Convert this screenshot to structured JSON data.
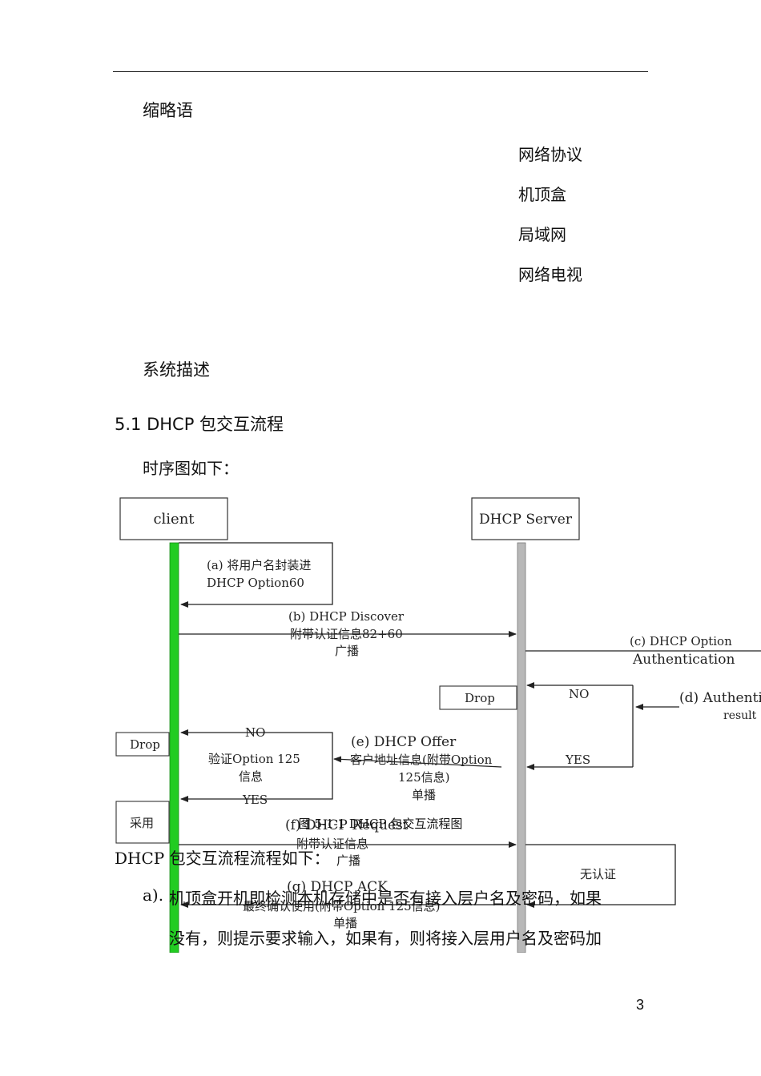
{
  "headings": {
    "abbrev": "缩略语",
    "system": "系统描述",
    "section": "5.1 DHCP 包交互流程",
    "timing_intro": "时序图如下："
  },
  "abbrev_terms": [
    "网络协议",
    "机顶盒",
    "局域网",
    "网络电视"
  ],
  "diagram": {
    "client": "client",
    "server": "DHCP Server",
    "a1": "(a) 将用户名封装进",
    "a2": "DHCP Option60",
    "b1": "(b)  DHCP Discover",
    "b2": "附带认证信息82+60",
    "b3": "广播",
    "c1": "(c) DHCP Option",
    "c2": "Authentication",
    "d1": "(d) Authentic",
    "d2": "result",
    "drop1": "Drop",
    "drop2": "Drop",
    "no1": "NO",
    "yes1": "YES",
    "no2": "NO",
    "yes2": "YES",
    "verify1": "验证Option 125",
    "verify2": "信息",
    "e1": "(e)  DHCP Offer",
    "e2": "客户地址信息(附带Option",
    "e3": "125信息)",
    "e4": "单播",
    "adopt": "采用",
    "f1": "(f) DHCP Request",
    "f2": "附带认证信息",
    "f3": "广播",
    "noauth": "无认证",
    "g1": "(g) DHCP ACK",
    "g2": "最终确认使用(附带Option 125信息)",
    "g3": "单播",
    "caption": "图 5-1-1 DHCP 包交互流程图"
  },
  "flow_intro": "DHCP 包交互流程流程如下：",
  "item_a_label": "a).",
  "item_a_line1": "机顶盒开机即检测本机存储中是否有接入层户名及密码，如果",
  "item_a_line2": "没有，则提示要求输入，如果有，则将接入层用户名及密码加",
  "page_number": "3",
  "colors": {
    "client_bar": "#22cc22",
    "server_bar": "#b8b8b8"
  }
}
